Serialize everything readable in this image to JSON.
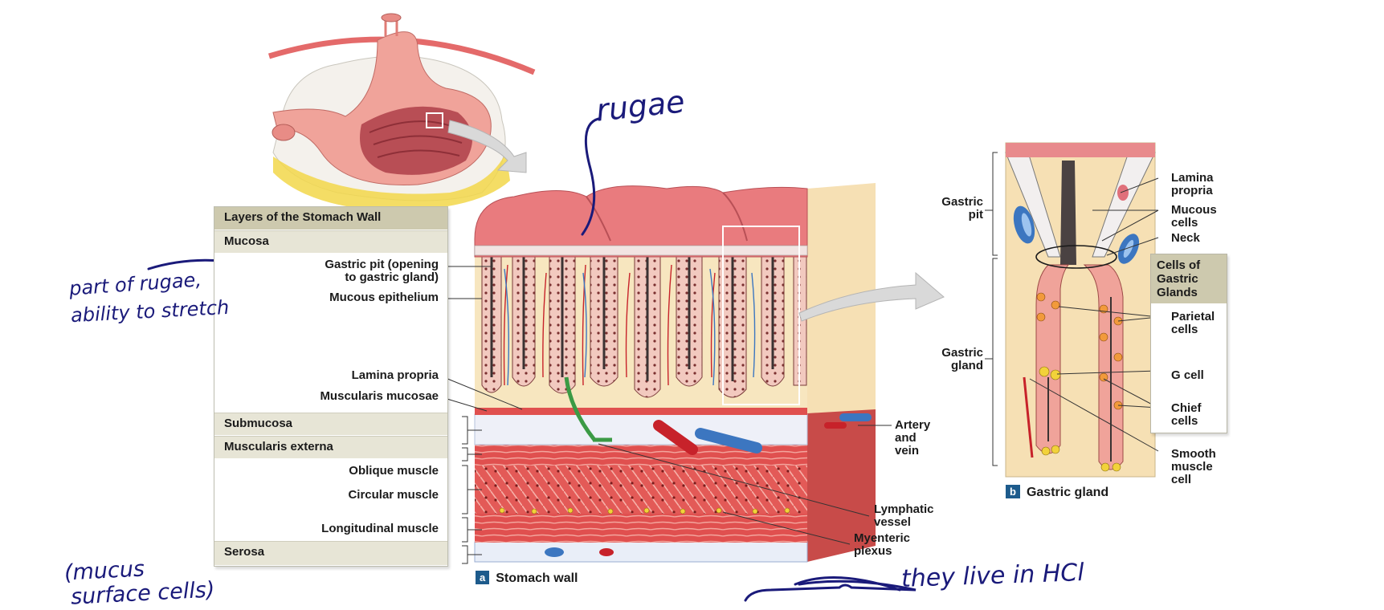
{
  "table": {
    "title": "Layers of the Stomach Wall",
    "rows": {
      "mucosa": "Mucosa",
      "submucosa": "Submucosa",
      "muscularis_externa": "Muscularis externa",
      "serosa": "Serosa"
    }
  },
  "wall_labels": {
    "gastric_pit_line1": "Gastric pit (opening",
    "gastric_pit_line2": "to gastric gland)",
    "mucous_epithelium": "Mucous epithelium",
    "lamina_propria": "Lamina propria",
    "muscularis_mucosae": "Muscularis mucosae",
    "oblique_muscle": "Oblique muscle",
    "circular_muscle": "Circular muscle",
    "longitudinal_muscle": "Longitudinal muscle",
    "artery_vein_line1": "Artery",
    "artery_vein_line2": "and",
    "artery_vein_line3": "vein",
    "lymphatic_line1": "Lymphatic",
    "lymphatic_line2": "vessel",
    "myenteric_line1": "Myenteric",
    "myenteric_line2": "plexus"
  },
  "panel_a": {
    "letter": "a",
    "caption": "Stomach wall"
  },
  "gland_labels": {
    "gastric_pit_line1": "Gastric",
    "gastric_pit_line2": "pit",
    "gastric_gland_line1": "Gastric",
    "gastric_gland_line2": "gland",
    "lamina_propria_line1": "Lamina",
    "lamina_propria_line2": "propria",
    "mucous_cells_line1": "Mucous",
    "mucous_cells_line2": "cells",
    "neck": "Neck",
    "parietal_line1": "Parietal",
    "parietal_line2": "cells",
    "g_cell": "G cell",
    "chief_line1": "Chief",
    "chief_line2": "cells",
    "smooth_line1": "Smooth",
    "smooth_line2": "muscle",
    "smooth_line3": "cell"
  },
  "cells_box": {
    "line1": "Cells of",
    "line2": "Gastric",
    "line3": "Glands"
  },
  "panel_b": {
    "letter": "b",
    "caption": "Gastric gland"
  },
  "handwriting": {
    "rugae": "rugae",
    "note_line1": "part of rugae,",
    "note_line2": "ability to stretch",
    "mucus_line1": "(mucus",
    "mucus_line2": "surface cells)",
    "hcl": "they live in HCl"
  },
  "colors": {
    "mucosa_pink": "#e0707a",
    "muscle_red": "#e0504f",
    "artery_red": "#c7222a",
    "vein_blue": "#3c76c0",
    "lymph_green": "#3b9a45",
    "ink": "#1a1a7a",
    "table_header": "#cdc9ae",
    "table_row": "#e7e5d6"
  }
}
